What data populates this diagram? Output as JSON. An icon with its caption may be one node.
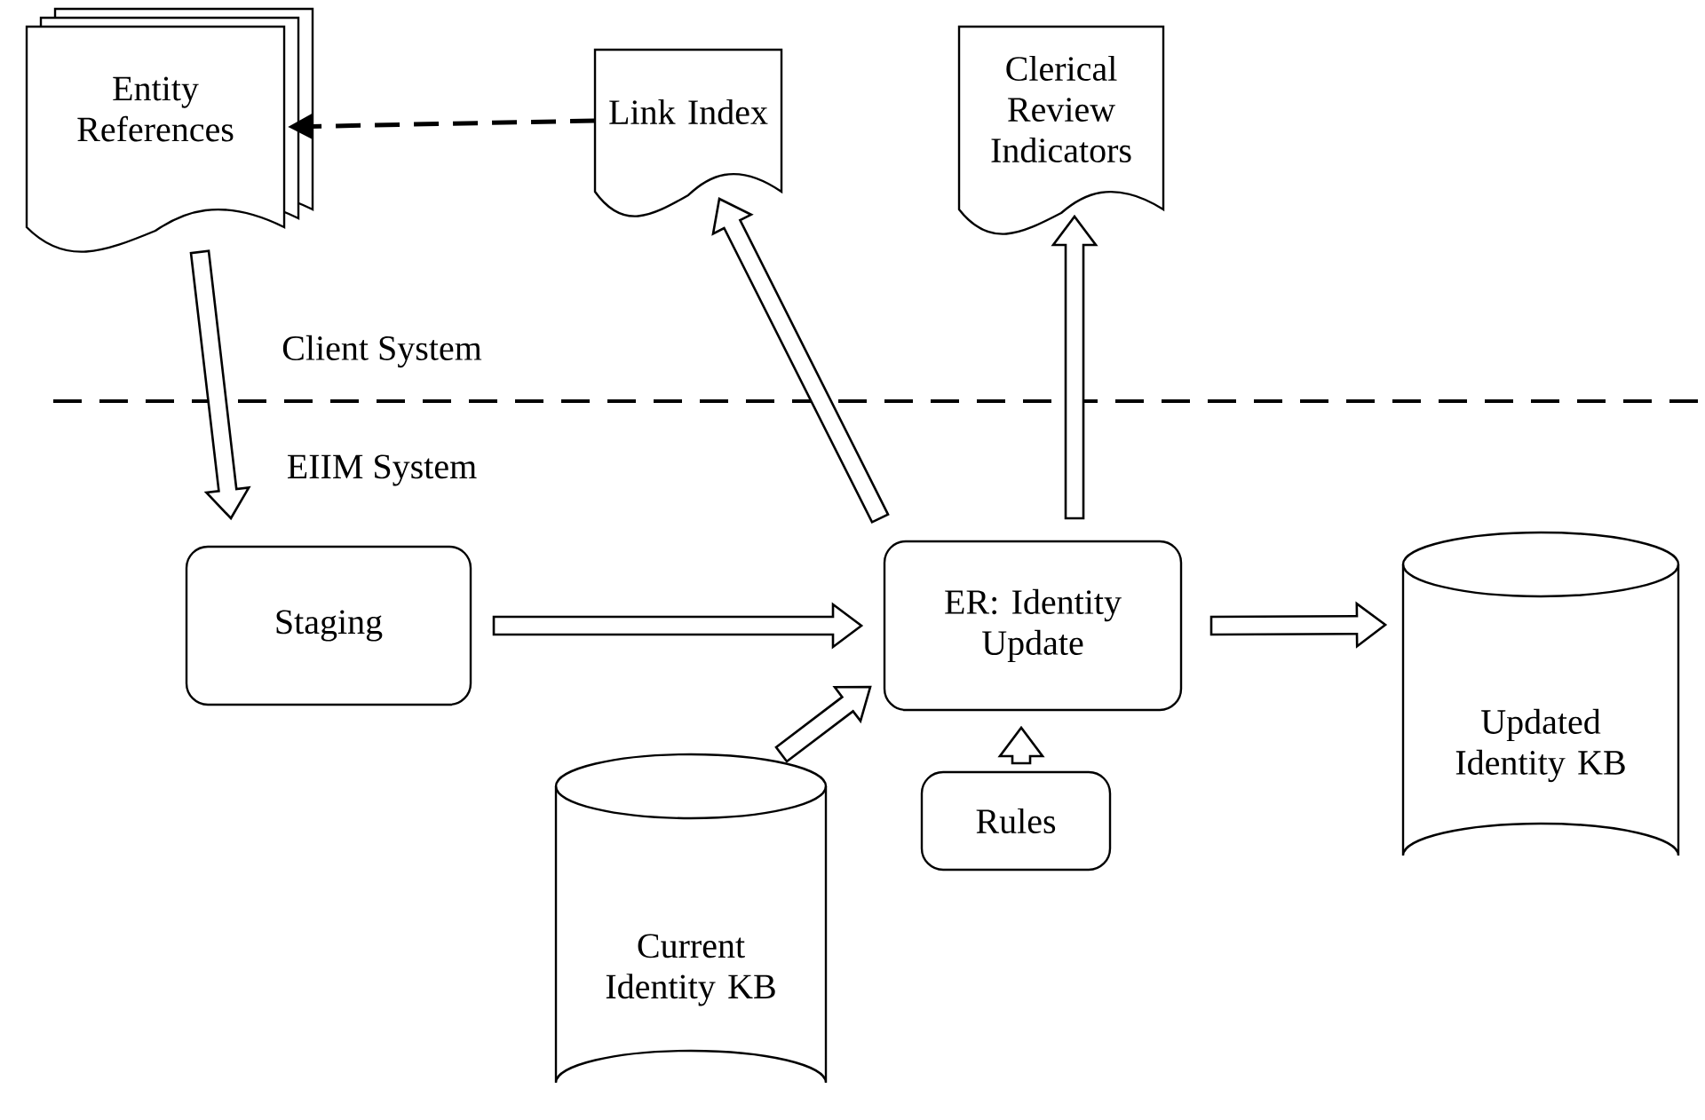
{
  "diagram": {
    "nodes": [
      {
        "text": [
          "Entity References"
        ]
      },
      {
        "text": [
          "Link Index"
        ]
      },
      {
        "text": [
          "Clerical Review Indicators"
        ]
      },
      {
        "text": [
          "Staging"
        ]
      },
      {
        "text": [
          "ER: Identity Update"
        ]
      },
      {
        "text": [
          "Updated Identity KB"
        ]
      },
      {
        "text": [
          "Rules"
        ]
      },
      {
        "text": [
          "Current Identity KB"
        ]
      }
    ],
    "edges": [
      {
        "from": 1,
        "to": 0,
        "arrow": "to",
        "style": "dashed"
      },
      {
        "from": 0,
        "to": 3,
        "arrow": "to"
      },
      {
        "from": 4,
        "to": 1,
        "arrow": "to"
      },
      {
        "from": 4,
        "to": 2,
        "arrow": "to"
      },
      {
        "from": 3,
        "to": 4,
        "arrow": "to"
      },
      {
        "from": 4,
        "to": 5,
        "arrow": "to"
      },
      {
        "from": 7,
        "to": 4,
        "arrow": "to"
      },
      {
        "from": 6,
        "to": 4,
        "arrow": "to"
      }
    ],
    "labels": [
      "Client System",
      "EIIM System"
    ]
  }
}
